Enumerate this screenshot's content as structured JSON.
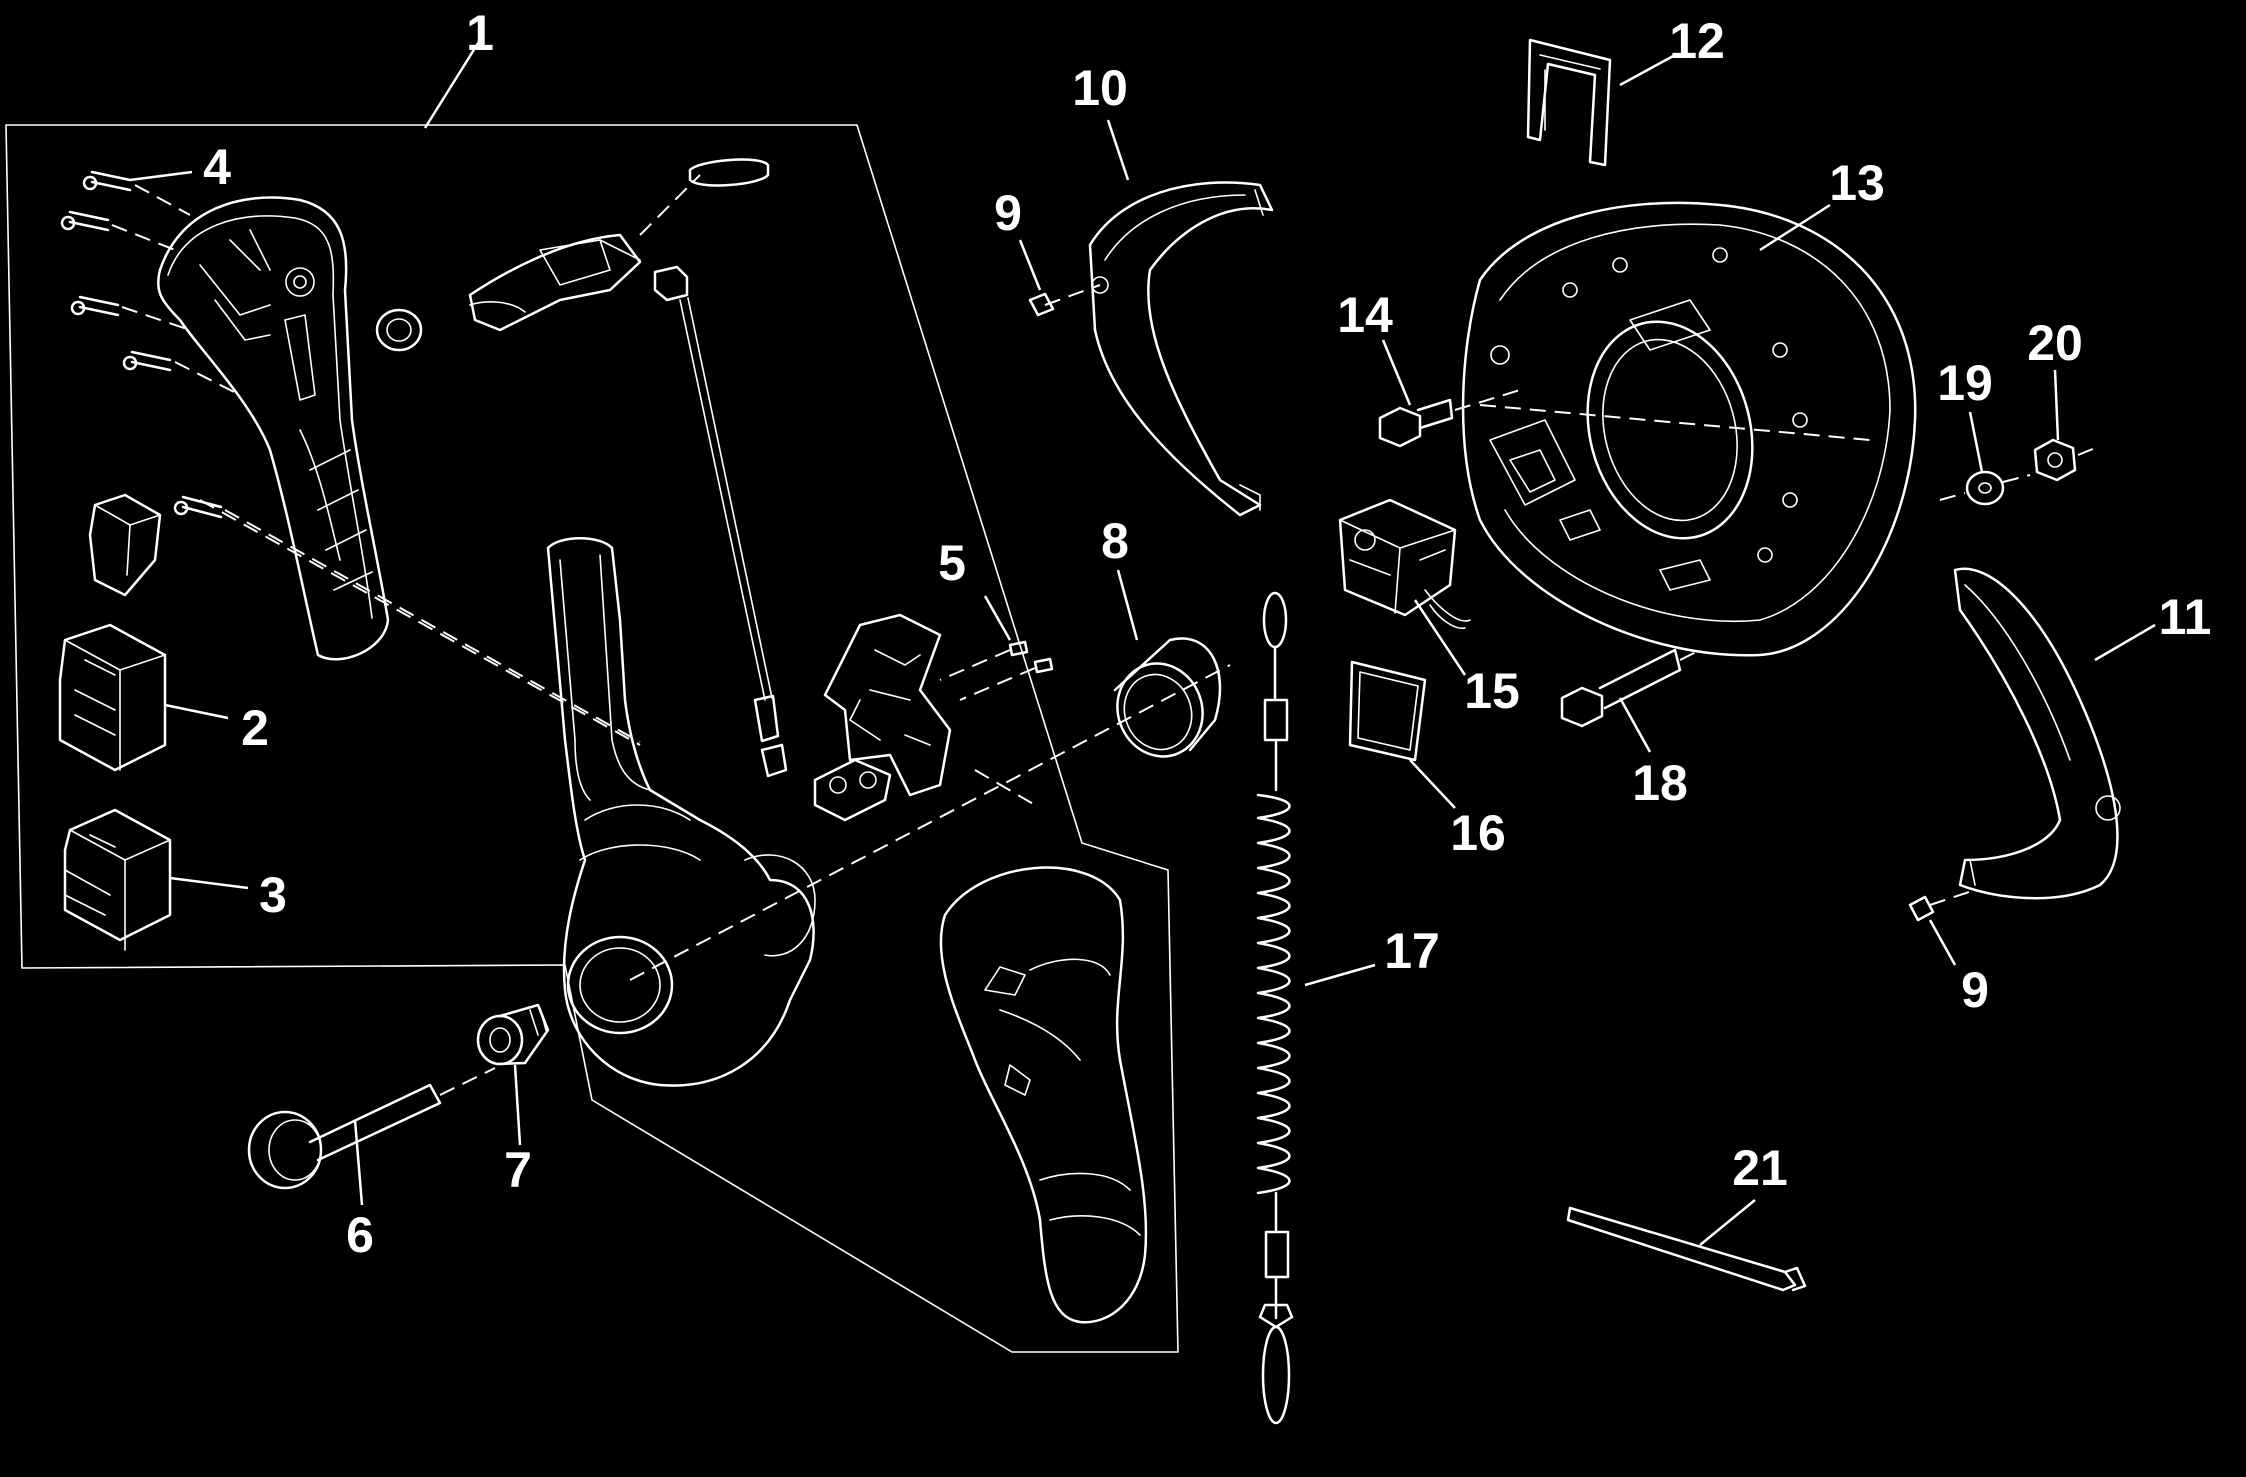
{
  "callouts": [
    {
      "id": "1",
      "label": "1"
    },
    {
      "id": "2",
      "label": "2"
    },
    {
      "id": "3",
      "label": "3"
    },
    {
      "id": "4",
      "label": "4"
    },
    {
      "id": "5",
      "label": "5"
    },
    {
      "id": "6",
      "label": "6"
    },
    {
      "id": "7",
      "label": "7"
    },
    {
      "id": "8",
      "label": "8"
    },
    {
      "id": "9a",
      "label": "9"
    },
    {
      "id": "9b",
      "label": "9"
    },
    {
      "id": "10",
      "label": "10"
    },
    {
      "id": "11",
      "label": "11"
    },
    {
      "id": "12",
      "label": "12"
    },
    {
      "id": "13",
      "label": "13"
    },
    {
      "id": "14",
      "label": "14"
    },
    {
      "id": "15",
      "label": "15"
    },
    {
      "id": "16",
      "label": "16"
    },
    {
      "id": "17",
      "label": "17"
    },
    {
      "id": "18",
      "label": "18"
    },
    {
      "id": "19",
      "label": "19"
    },
    {
      "id": "20",
      "label": "20"
    },
    {
      "id": "21",
      "label": "21"
    }
  ],
  "colors": {
    "background": "#000000",
    "linework": "#ffffff"
  }
}
